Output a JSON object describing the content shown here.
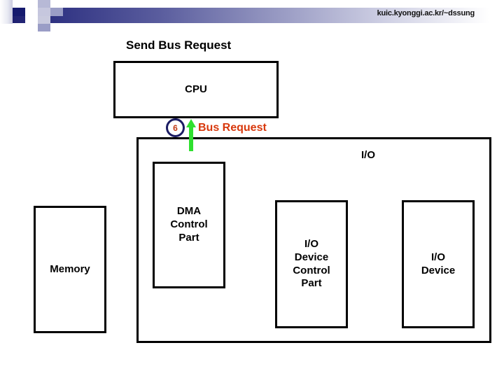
{
  "header": {
    "url": "kuic.kyonggi.ac.kr/~dssung",
    "accent_color": "#1e2070"
  },
  "slide": {
    "title": "Send Bus Request"
  },
  "diagram": {
    "cpu": {
      "label": "CPU"
    },
    "io_container": {
      "label": "I/O"
    },
    "memory": {
      "label": "Memory"
    },
    "dma_control": {
      "label": "DMA\nControl\nPart"
    },
    "io_device_control": {
      "label": "I/O\nDevice\nControl\nPart"
    },
    "io_device": {
      "label": "I/O\nDevice"
    },
    "annotation": {
      "step_number": "6",
      "step_circle_color": "#1b1c63",
      "step_number_color": "#c03a14",
      "arrow_label": "Bus Request",
      "arrow_label_color": "#d8380c",
      "arrow_color": "#2fe02f",
      "arrow_direction": "up"
    }
  }
}
